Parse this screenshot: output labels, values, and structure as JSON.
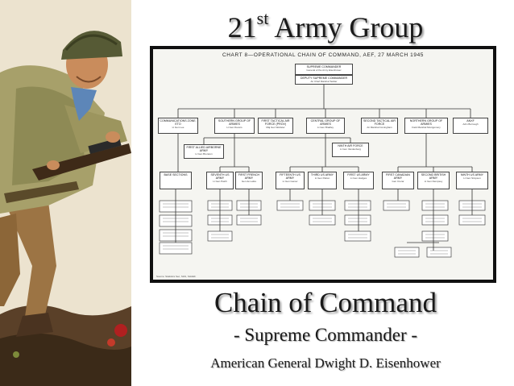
{
  "title": {
    "main": "21",
    "sup": "st",
    "rest": " Army Group"
  },
  "chart": {
    "caption": "CHART 8—OPERATIONAL CHAIN OF COMMAND, AEF, 27 MARCH 1945",
    "note": "Source: Statistics Sec, SGS, SHAEF.",
    "boxes": [
      {
        "id": "supreme",
        "text": "SUPREME COMMANDER",
        "sub": "General of the Army Eisenhower"
      },
      {
        "id": "deputy",
        "text": "DEPUTY SUPREME COMMANDER",
        "sub": "Air Chief Marshal Tedder"
      },
      {
        "id": "comz",
        "text": "COMMUNICATIONS ZONE, ETO",
        "sub": "Lt Gen Lee"
      },
      {
        "id": "sixth",
        "text": "SOUTHERN GROUP OF ARMIES",
        "sub": "Lt Gen Devers"
      },
      {
        "id": "first-tac",
        "text": "FIRST TACTICAL AIR FORCE (PROV)",
        "sub": "Maj Gen Webster"
      },
      {
        "id": "twelfth",
        "text": "CENTRAL GROUP OF ARMIES",
        "sub": "Lt Gen Bradley"
      },
      {
        "id": "second-tac",
        "text": "SECOND TACTICAL AIR FORCE",
        "sub": "Air Marshal Coningham"
      },
      {
        "id": "northern",
        "text": "NORTHERN GROUP OF ARMIES",
        "sub": "Field Marshal Montgomery"
      },
      {
        "id": "anxf",
        "text": "ANXF",
        "sub": "Adm Burrough"
      },
      {
        "id": "ninth-af",
        "text": "NINTH AIR FORCE",
        "sub": "Lt Gen Vandenberg"
      },
      {
        "id": "fa-abn",
        "text": "FIRST ALLIED AIRBORNE ARMY",
        "sub": "Lt Gen Brereton"
      },
      {
        "id": "base",
        "text": "BASE SECTIONS",
        "sub": ""
      },
      {
        "id": "seventh",
        "text": "SEVENTH US ARMY",
        "sub": "Lt Gen Patch"
      },
      {
        "id": "first-fr",
        "text": "FIRST FRENCH ARMY",
        "sub": "Gen de Lattre"
      },
      {
        "id": "fifteenth",
        "text": "FIFTEENTH US ARMY",
        "sub": "Lt Gen Gerow"
      },
      {
        "id": "third",
        "text": "THIRD US ARMY",
        "sub": "Lt Gen Patton"
      },
      {
        "id": "first-us",
        "text": "FIRST US ARMY",
        "sub": "Lt Gen Hodges"
      },
      {
        "id": "first-can",
        "text": "FIRST CANADIAN ARMY",
        "sub": "Gen Crerar"
      },
      {
        "id": "second-br",
        "text": "SECOND BRITISH ARMY",
        "sub": "Lt Gen Dempsey"
      },
      {
        "id": "ninth-us",
        "text": "NINTH US ARMY",
        "sub": "Lt Gen Simpson"
      }
    ]
  },
  "heading": "Chain of Command",
  "subheading": "- Supreme Commander -",
  "caption": "American General Dwight D. Eisenhower",
  "colors": {
    "text": "#1a1a1a",
    "shadow": "#9a9a9a",
    "chart_frame": "#101010"
  }
}
